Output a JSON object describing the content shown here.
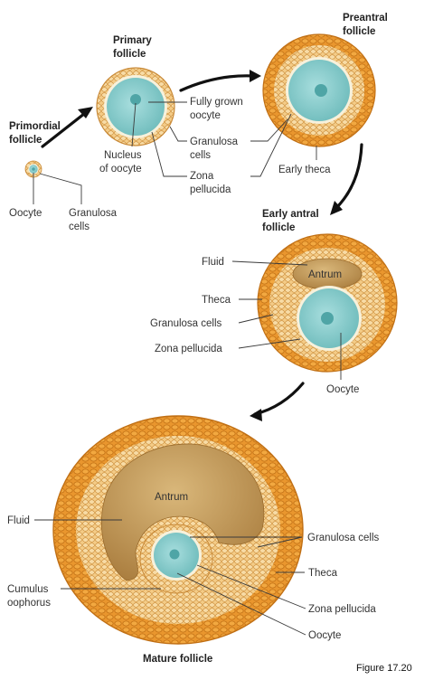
{
  "figure_label": "Figure 17.20",
  "colors": {
    "theca": "#e9962e",
    "theca_dark": "#c06f14",
    "granulosa": "#f4cc87",
    "granulosa_edge": "#c98a38",
    "antrum": "#b58a4a",
    "antrum_light": "#d9b77a",
    "zona": "#f7f1dc",
    "oocyte": "#8fd0d0",
    "nucleus": "#4fa5a6"
  },
  "stages": {
    "primordial": {
      "title_line1": "Primordial",
      "title_line2": "follicle",
      "labels": {
        "oocyte": "Oocyte",
        "granulosa_line1": "Granulosa",
        "granulosa_line2": "cells"
      }
    },
    "primary": {
      "title_line1": "Primary",
      "title_line2": "follicle",
      "labels": {
        "oocyte_line1": "Fully grown",
        "oocyte_line2": "oocyte",
        "granulosa_line1": "Granulosa",
        "granulosa_line2": "cells",
        "nucleus_line1": "Nucleus",
        "nucleus_line2": "of oocyte",
        "zona_line1": "Zona",
        "zona_line2": "pellucida"
      }
    },
    "preantral": {
      "title_line1": "Preantral",
      "title_line2": "follicle",
      "labels": {
        "theca": "Early theca"
      }
    },
    "early_antral": {
      "title_line1": "Early antral",
      "title_line2": "follicle",
      "labels": {
        "fluid": "Fluid",
        "antrum": "Antrum",
        "theca": "Theca",
        "granulosa": "Granulosa cells",
        "zona": "Zona pellucida",
        "oocyte": "Oocyte"
      }
    },
    "mature": {
      "title": "Mature follicle",
      "labels": {
        "antrum": "Antrum",
        "fluid": "Fluid",
        "granulosa": "Granulosa cells",
        "theca": "Theca",
        "cumulus_line1": "Cumulus",
        "cumulus_line2": "oophorus",
        "zona": "Zona pellucida",
        "oocyte": "Oocyte"
      }
    }
  }
}
